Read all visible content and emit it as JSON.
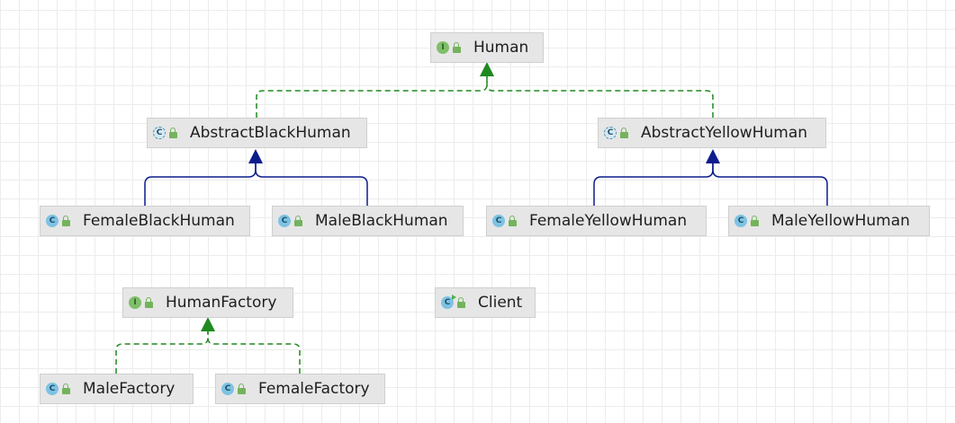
{
  "diagram": {
    "nodes": [
      {
        "id": "human",
        "label": "Human",
        "kind": "interface"
      },
      {
        "id": "abh",
        "label": "AbstractBlackHuman",
        "kind": "abstract"
      },
      {
        "id": "ayh",
        "label": "AbstractYellowHuman",
        "kind": "abstract"
      },
      {
        "id": "fbh",
        "label": "FemaleBlackHuman",
        "kind": "class"
      },
      {
        "id": "mbh",
        "label": "MaleBlackHuman",
        "kind": "class"
      },
      {
        "id": "fyh",
        "label": "FemaleYellowHuman",
        "kind": "class"
      },
      {
        "id": "myh",
        "label": "MaleYellowHuman",
        "kind": "class"
      },
      {
        "id": "hf",
        "label": "HumanFactory",
        "kind": "interface"
      },
      {
        "id": "client",
        "label": "Client",
        "kind": "main"
      },
      {
        "id": "mf",
        "label": "MaleFactory",
        "kind": "class"
      },
      {
        "id": "ff",
        "label": "FemaleFactory",
        "kind": "class"
      }
    ],
    "edges": [
      {
        "from": "abh",
        "to": "human",
        "type": "implements"
      },
      {
        "from": "ayh",
        "to": "human",
        "type": "implements"
      },
      {
        "from": "fbh",
        "to": "abh",
        "type": "extends"
      },
      {
        "from": "mbh",
        "to": "abh",
        "type": "extends"
      },
      {
        "from": "fyh",
        "to": "ayh",
        "type": "extends"
      },
      {
        "from": "myh",
        "to": "ayh",
        "type": "extends"
      },
      {
        "from": "mf",
        "to": "hf",
        "type": "implements"
      },
      {
        "from": "ff",
        "to": "hf",
        "type": "implements"
      }
    ],
    "colors": {
      "implements": "#1f8a1f",
      "extends": "#0c1c8c",
      "node_fill": "#e6e6e6",
      "node_border": "#cfcfcf"
    }
  }
}
